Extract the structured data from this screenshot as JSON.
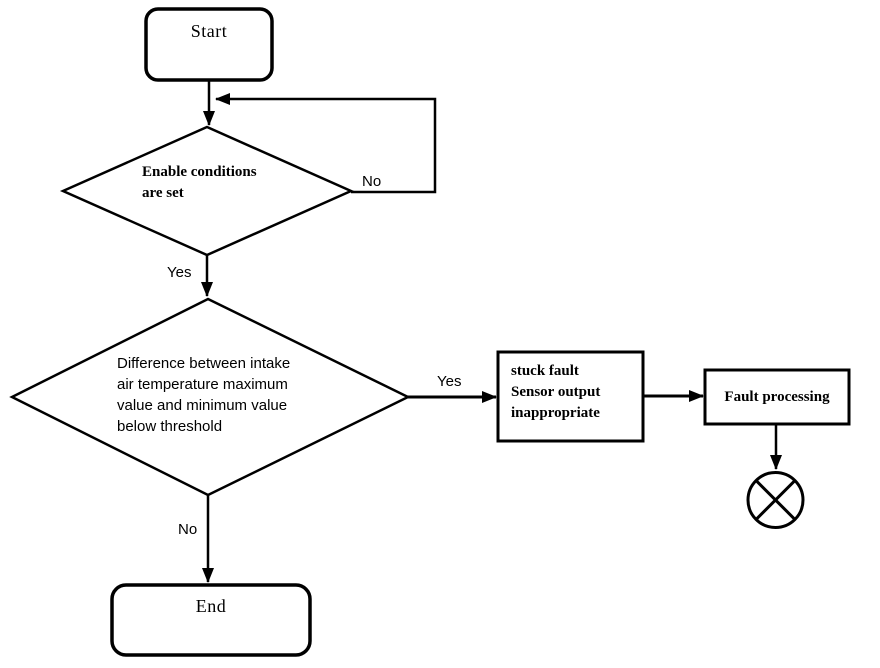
{
  "colors": {
    "ink": "#000000",
    "background": "#ffffff"
  },
  "nodes": {
    "start": {
      "label": "Start"
    },
    "decision_enable": {
      "lines": [
        "Enable conditions",
        "are set"
      ]
    },
    "decision_difference": {
      "lines": [
        "Difference between intake",
        "air temperature maximum",
        "value and minimum value",
        "below threshold"
      ]
    },
    "stuck_fault": {
      "lines": [
        "stuck fault",
        "Sensor output",
        "inappropriate"
      ]
    },
    "fault_processing": {
      "label": "Fault processing"
    },
    "end": {
      "label": "End"
    },
    "connector": {
      "symbol": "crossed-circle"
    }
  },
  "edge_labels": {
    "enable_no": "No",
    "enable_yes": "Yes",
    "difference_yes": "Yes",
    "difference_no": "No"
  }
}
